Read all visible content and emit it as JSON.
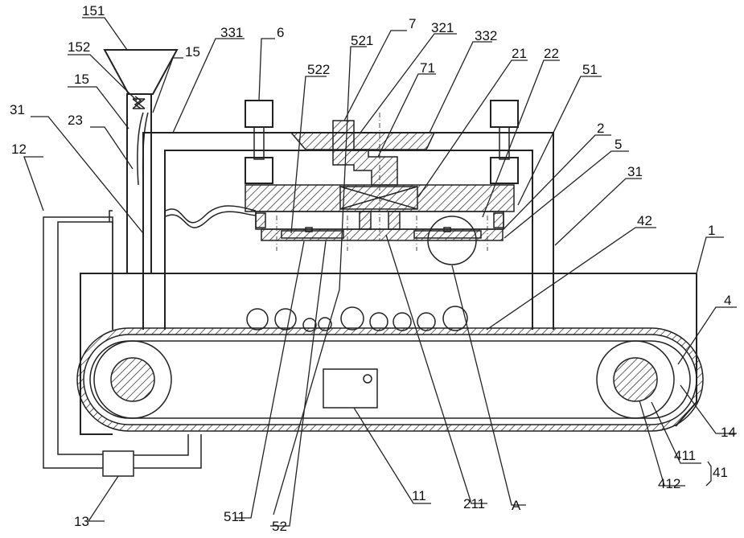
{
  "labels": {
    "l151": "151",
    "l152": "152",
    "l15a": "15",
    "l15b": "15",
    "l331": "331",
    "l6": "6",
    "l521": "521",
    "l7": "7",
    "l321": "321",
    "l332": "332",
    "l21": "21",
    "l22": "22",
    "l522": "522",
    "l71": "71",
    "l51": "51",
    "l31a": "31",
    "l23": "23",
    "l2": "2",
    "l5": "5",
    "l31b": "31",
    "l12": "12",
    "l42": "42",
    "l1": "1",
    "l4": "4",
    "l14": "14",
    "l411": "411",
    "l41": "41",
    "l412": "412",
    "l13": "13",
    "l11": "11",
    "l511": "511",
    "l52": "52",
    "l211": "211",
    "lA": "A"
  },
  "colors": {
    "line": "#222222",
    "background": "#ffffff"
  }
}
